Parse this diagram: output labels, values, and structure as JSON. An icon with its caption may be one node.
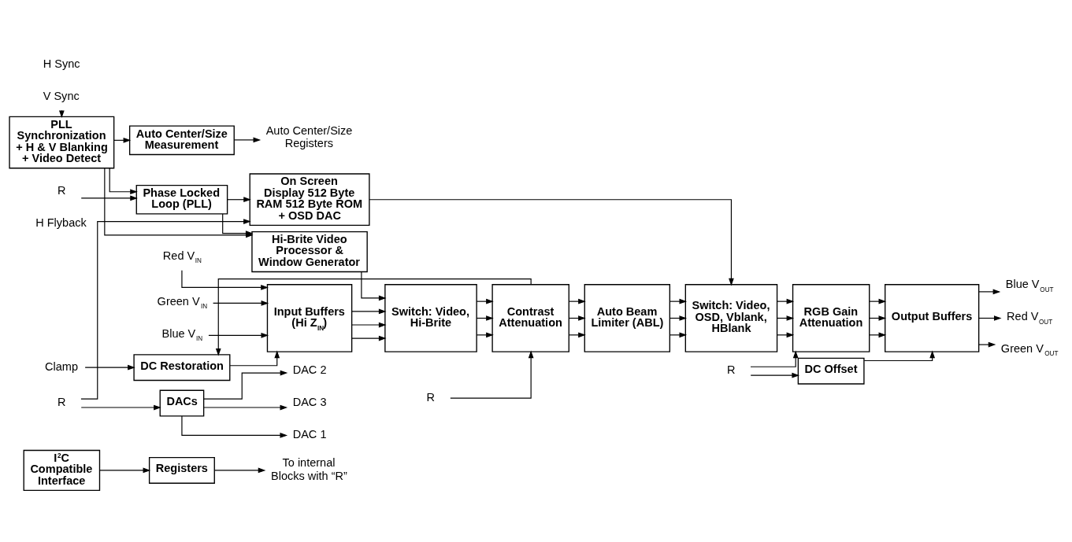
{
  "diagram": {
    "nodes": [
      {
        "text": [
          "I$^{2}$C Compatible Interface"
        ]
      },
      {
        "text": [
          "Registers"
        ]
      },
      {
        "text": [
          "To internal Blocks with “R”"
        ]
      },
      {
        "text": [
          "Clamp"
        ]
      },
      {
        "text": [
          "DC Restoration"
        ]
      },
      {
        "text": [
          "R"
        ]
      },
      {
        "text": [
          "Blue V$_{IN}$"
        ]
      },
      {
        "text": [
          "Red V$_{IN}$"
        ]
      },
      {
        "text": [
          "Green V$_{IN}$"
        ]
      },
      {
        "text": [
          "Input Buffers (Hi Z$_{IN}$)"
        ]
      },
      {
        "text": [
          "Switch: Video, Hi-Brite"
        ]
      },
      {
        "text": [
          "Contrast Attenuation"
        ]
      },
      {
        "text": [
          "Auto Beam Limiter (ABL)"
        ]
      },
      {
        "text": [
          "Switch: Video, OSD, Vblank, HBlank"
        ]
      },
      {
        "text": [
          "R"
        ]
      },
      {
        "text": [
          "DC Offset"
        ]
      },
      {
        "text": [
          "RGB Gain Attenuation"
        ]
      },
      {
        "text": [
          "Output Buffers"
        ]
      },
      {
        "text": [
          "Blue V$_{OUT}$"
        ]
      },
      {
        "text": [
          "Red V$_{OUT}$"
        ]
      },
      {
        "text": [
          "Green V$_{OUT}$"
        ]
      },
      {
        "text": [
          "R"
        ]
      },
      {
        "text": [
          "Phase Locked Loop (PLL)"
        ]
      },
      {
        "text": [
          "Hi-Brite Video Processor & Window Generator"
        ]
      },
      {
        "text": [
          "On Screen Display 512 Byte RAM 512 Byte ROM + OSD DAC"
        ]
      },
      {
        "text": [
          "R"
        ]
      },
      {
        "text": [
          "DACs"
        ]
      },
      {
        "text": [
          "DAC 1"
        ]
      },
      {
        "text": [
          "DAC 2"
        ]
      },
      {
        "text": [
          "DAC 3"
        ]
      },
      {
        "text": [
          "PLL Synchronization + H & V Blanking + Video Detect"
        ]
      },
      {
        "text": [
          "V Sync"
        ]
      },
      {
        "text": [
          "Auto Center/Size Measurement"
        ]
      },
      {
        "text": [
          "Auto Center/Size Registers"
        ]
      }
    ],
    "edges": [
      {
        "from": 0,
        "to": 1,
        "arrow": "to"
      },
      {
        "from": 1,
        "to": 2,
        "arrow": "to"
      },
      {
        "from": 3,
        "to": 4,
        "arrow": "to"
      },
      {
        "from": 4,
        "to": 9,
        "arrow": "to"
      },
      {
        "from": 11,
        "to": 4,
        "arrow": "to"
      },
      {
        "from": 5,
        "to": 11,
        "arrow": "to"
      },
      {
        "from": 6,
        "to": 9,
        "arrow": "to"
      },
      {
        "from": 7,
        "to": 9,
        "arrow": "to"
      },
      {
        "from": 8,
        "to": 9,
        "arrow": "to"
      },
      {
        "from": 9,
        "to": 10,
        "arrow": "to"
      },
      {
        "from": 9,
        "to": 10,
        "arrow": "to"
      },
      {
        "from": 9,
        "to": 10,
        "arrow": "to"
      },
      {
        "from": 10,
        "to": 11,
        "arrow": "to"
      },
      {
        "from": 10,
        "to": 11,
        "arrow": "to"
      },
      {
        "from": 10,
        "to": 11,
        "arrow": "to"
      },
      {
        "from": 11,
        "to": 12,
        "arrow": "to"
      },
      {
        "from": 11,
        "to": 12,
        "arrow": "to"
      },
      {
        "from": 11,
        "to": 12,
        "arrow": "to"
      },
      {
        "from": 12,
        "to": 13,
        "arrow": "to"
      },
      {
        "from": 12,
        "to": 13,
        "arrow": "to"
      },
      {
        "from": 12,
        "to": 13,
        "arrow": "to"
      },
      {
        "from": 14,
        "to": 15,
        "arrow": "to"
      },
      {
        "from": 14,
        "to": 16,
        "arrow": "to"
      },
      {
        "from": 13,
        "to": 16,
        "arrow": "to"
      },
      {
        "from": 13,
        "to": 16,
        "arrow": "to"
      },
      {
        "from": 13,
        "to": 16,
        "arrow": "to"
      },
      {
        "from": 15,
        "to": 17,
        "arrow": "to"
      },
      {
        "from": 16,
        "to": 17,
        "arrow": "to"
      },
      {
        "from": 16,
        "to": 17,
        "arrow": "to"
      },
      {
        "from": 16,
        "to": 17,
        "arrow": "to"
      },
      {
        "from": 17,
        "to": 18,
        "arrow": "to"
      },
      {
        "from": 17,
        "to": 19,
        "arrow": "to"
      },
      {
        "from": 17,
        "to": 20,
        "arrow": "to"
      },
      {
        "from": 23,
        "to": 10,
        "arrow": "to"
      },
      {
        "from": 21,
        "to": 22,
        "arrow": "to"
      },
      {
        "from": 22,
        "to": 23,
        "arrow": "to"
      },
      {
        "from": 22,
        "to": 24,
        "arrow": "to"
      },
      {
        "from": 24,
        "to": 13,
        "arrow": "to"
      },
      {
        "from": 25,
        "to": 24,
        "arrow": "to"
      },
      {
        "from": 25,
        "to": 26,
        "arrow": "to"
      },
      {
        "from": 26,
        "to": 27,
        "arrow": "to"
      },
      {
        "from": 26,
        "to": 28,
        "arrow": "to"
      },
      {
        "from": 26,
        "to": 29,
        "arrow": "to"
      },
      {
        "from": 30,
        "to": 22,
        "arrow": "to"
      },
      {
        "from": 30,
        "to": 23,
        "arrow": "to"
      },
      {
        "from": 30,
        "to": 32,
        "arrow": "to"
      },
      {
        "from": 31,
        "to": 30,
        "arrow": "to"
      },
      {
        "from": 32,
        "to": 33,
        "arrow": "to"
      }
    ],
    "labels": [
      "H Sync",
      "H Flyback"
    ]
  }
}
